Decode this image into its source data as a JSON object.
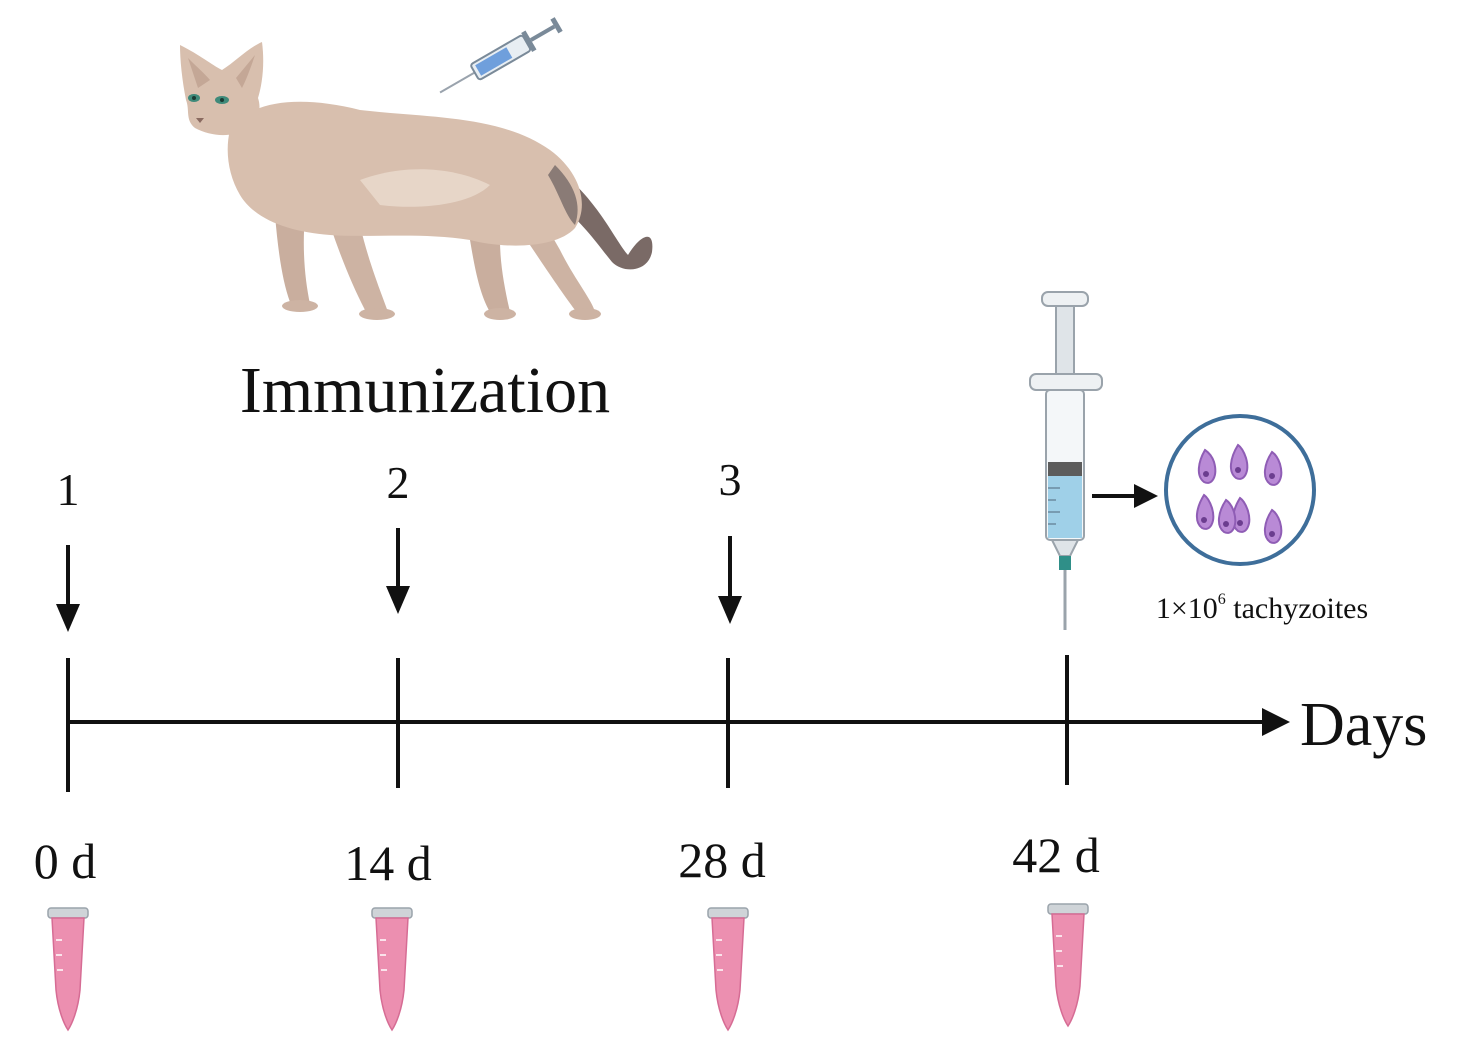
{
  "title": "Immunization",
  "axis_label": "Days",
  "immunizations": [
    {
      "number": "1",
      "day": "0 d"
    },
    {
      "number": "2",
      "day": "14 d"
    },
    {
      "number": "3",
      "day": "28 d"
    }
  ],
  "challenge": {
    "day": "42 d",
    "dose_prefix": "1×10",
    "dose_exponent": "6",
    "dose_suffix": " tachyzoites"
  },
  "icons": [
    "cat-icon",
    "small-syringe-icon",
    "syringe-icon",
    "tachyzoites-dish-icon",
    "blood-tube-icon"
  ],
  "colors": {
    "cat_fur": "#d8bfae",
    "cat_dark": "#7a6a66",
    "tube_pink": "#ec8fb0",
    "syringe_fluid": "#9fd0e8",
    "dish_border": "#3e6e9a",
    "tachyzoite": "#b98ad6"
  }
}
